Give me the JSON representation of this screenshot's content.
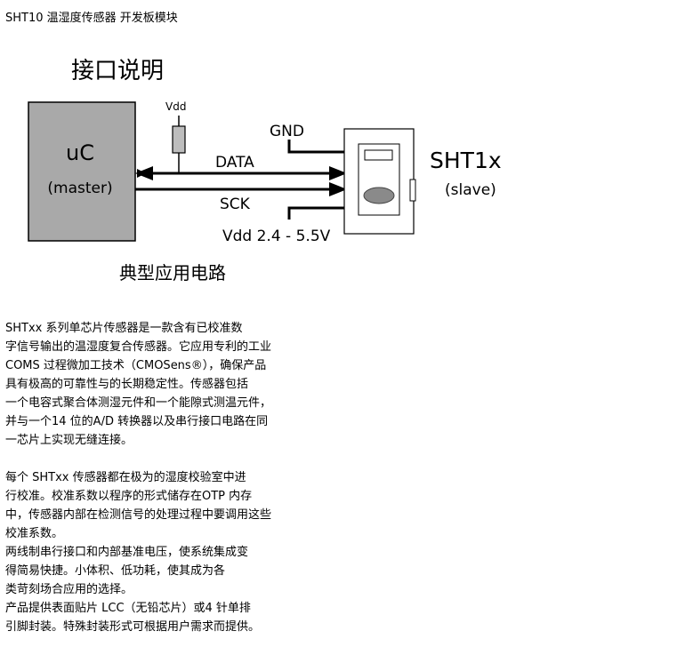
{
  "page": {
    "title": "SHT10 温湿度传感器 开发板模块"
  },
  "diagram": {
    "heading": "接口说明",
    "caption": "典型应用电路",
    "master_label": "uC",
    "master_sub": "(master)",
    "slave_label": "SHT1x",
    "slave_sub": "(slave)",
    "vdd_label": "Vdd",
    "gnd_label": "GND",
    "data_label": "DATA",
    "sck_label": "SCK",
    "supply_label": "Vdd 2.4 - 5.5V"
  },
  "description": {
    "para1": [
      "SHTxx 系列单芯片传感器是一款含有已校准数",
      "字信号输出的温湿度复合传感器。它应用专利的工业",
      "COMS 过程微加工技术（CMOSens®），确保产品",
      "具有极高的可靠性与的长期稳定性。传感器包括",
      "一个电容式聚合体测湿元件和一个能隙式测温元件，",
      "并与一个14 位的A/D 转换器以及串行接口电路在同",
      "一芯片上实现无缝连接。"
    ],
    "para2": [
      "每个 SHTxx 传感器都在极为的湿度校验室中进",
      "行校准。校准系数以程序的形式储存在OTP 内存",
      "中，传感器内部在检测信号的处理过程中要调用这些",
      "校准系数。",
      "两线制串行接口和内部基准电压，使系统集成变",
      "得简易快捷。小体积、低功耗，使其成为各",
      "类苛刻场合应用的选择。",
      "产品提供表面贴片 LCC（无铅芯片）或4 针单排",
      "引脚封装。特殊封装形式可根据用户需求而提供。"
    ]
  },
  "colors": {
    "master_fill": "#a9a9a9",
    "line": "#000000"
  }
}
